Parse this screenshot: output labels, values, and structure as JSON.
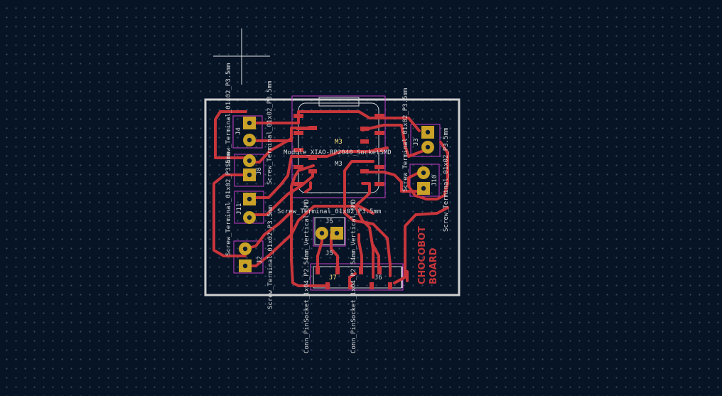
{
  "board": {
    "brand_line1": "CHOCOBOT",
    "brand_line2": "BOARD",
    "colors": {
      "background": "#061426",
      "edge_cuts": "#d0d0d0",
      "copper_track": "#c8353a",
      "pad": "#c9a227",
      "silkscreen": "#d9d9d9",
      "courtyard": "#c83ec8"
    }
  },
  "labels": {
    "m3_ref": "M3",
    "m3_value": "M3",
    "m3_footprint": "Module_XIAO-RP2040_SocketSMD",
    "j4_ref": "J4",
    "j4_fp": "Screw_Terminal_01x02_P3.5mm",
    "j8_ref": "J8",
    "j8_fp": "Screw_Terminal_01x02_P3.5mm",
    "j11_ref": "J11",
    "j11_fp": "Screw_Terminal_01x02_P3.5mm",
    "j2_ref": "J2",
    "j2_fp": "Screw_Terminal_01x02_P3.5mm",
    "j3_ref": "J3",
    "j3_fp": "Screw_Terminal_01x02_P3.5mm",
    "j10_ref": "J10",
    "j10_fp": "Screw_Terminal_01x02_P3.5mm",
    "j5_ref": "J5",
    "j5_value": "J5",
    "j5_fp": "Screw_Terminal_01x02_P3.5mm",
    "j7_ref": "J7",
    "j7_fp": "Conn_PinSocket_1x04_P2.54mm_Vertical_SMD",
    "j6_ref": "J6",
    "j6_fp": "Conn_PinSocket_1x04_P2.54mm_Vertical_SMD"
  }
}
